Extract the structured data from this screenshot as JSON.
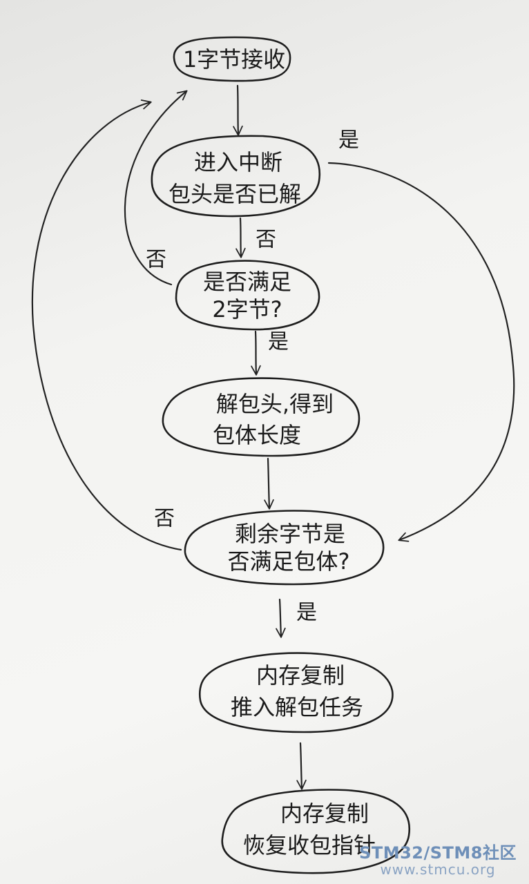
{
  "nodes": {
    "n1": {
      "line1": "1字节接收"
    },
    "n2": {
      "line1": "进入中断",
      "line2": "包头是否已解"
    },
    "n3": {
      "line1": "是否满足",
      "line2": "2字节?"
    },
    "n4": {
      "line1": "解包头,得到",
      "line2": "包体长度"
    },
    "n5": {
      "line1": "剩余字节是",
      "line2": "否满足包体?"
    },
    "n6": {
      "line1": "内存复制",
      "line2": "推入解包任务"
    },
    "n7": {
      "line1": "内存复制",
      "line2": "恢复收包指针"
    }
  },
  "edge_labels": {
    "n2_to_n5_yes": "是",
    "n2_to_n3_no": "否",
    "n3_to_n1_no": "否",
    "n3_to_n4_yes": "是",
    "n5_to_n1_no": "否",
    "n5_to_n6_yes": "是"
  },
  "watermark": {
    "brand": "STM32/STM8社区",
    "url": "www.stmcu.org"
  }
}
